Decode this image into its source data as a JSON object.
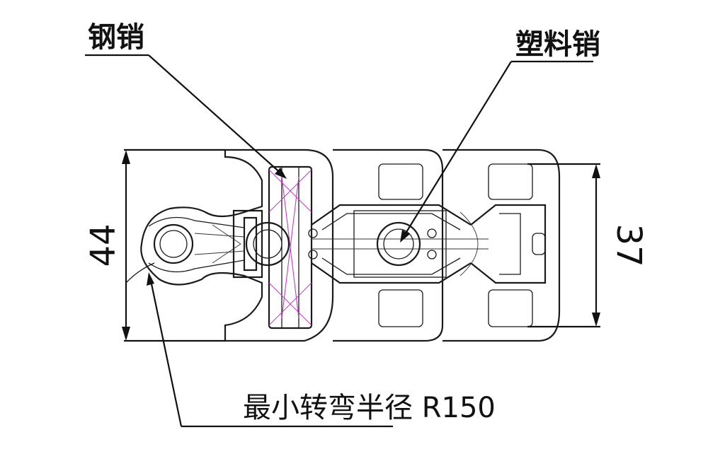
{
  "labels": {
    "steel_pin": "钢销",
    "plastic_pin": "塑料销",
    "min_bend_radius": "最小转弯半径 R150"
  },
  "dimensions": {
    "overall_height": "44",
    "inner_height": "37"
  }
}
